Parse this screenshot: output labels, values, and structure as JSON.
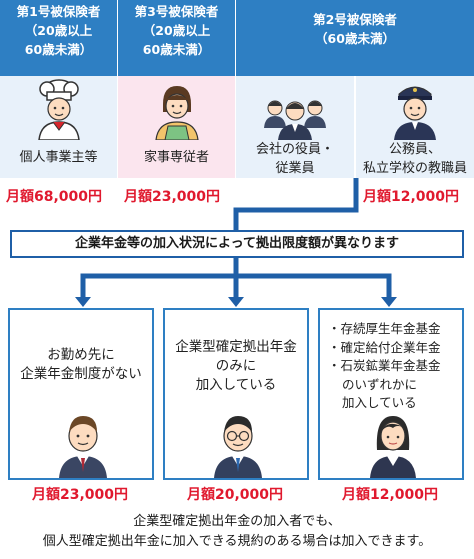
{
  "categories": [
    {
      "header": [
        "第1号被保険者",
        "（20歳以上",
        "60歳未満）"
      ],
      "roles": [
        {
          "label": [
            "個人事業主等"
          ],
          "icon": "chef-icon"
        }
      ],
      "amount": "月額68,000円"
    },
    {
      "header": [
        "第3号被保険者",
        "（20歳以上",
        "60歳未満）"
      ],
      "roles": [
        {
          "label": [
            "家事専従者"
          ],
          "icon": "homemaker-icon"
        }
      ],
      "amount": "月額23,000円"
    },
    {
      "header": [
        "第2号被保険者",
        "（60歳未満）"
      ],
      "roles": [
        {
          "label": [
            "会社の役員・",
            "従業員"
          ],
          "icon": "office-workers-icon"
        },
        {
          "label": [
            "公務員、",
            "私立学校の教職員"
          ],
          "icon": "public-servant-icon"
        }
      ],
      "amount": "月額12,000円"
    }
  ],
  "band_text": "企業年金等の加入状況によって拠出限度額が異なります",
  "boxes": [
    {
      "lines": [
        "お勤め先に",
        "企業年金制度がない"
      ],
      "amount": "月額23,000円",
      "icon": "businessman-icon"
    },
    {
      "lines": [
        "企業型確定拠出年金",
        "のみに",
        "加入している"
      ],
      "amount": "月額20,000円",
      "icon": "businessman-glasses-icon"
    },
    {
      "list": [
        "・存続厚生年金基金",
        "・確定給付企業年金",
        "・石炭鉱業年金基金",
        "のいずれかに",
        "加入している"
      ],
      "amount": "月額12,000円",
      "icon": "businesswoman-icon"
    }
  ],
  "footer": [
    "企業型確定拠出年金の加入者でも、",
    "個人型確定拠出年金に加入できる規約のある場合は加入できます。"
  ],
  "colors": {
    "header_blue": "#2e7fc3",
    "header_dark": "#1f5fa7",
    "body_blue": "#e8f1fa",
    "body_pink": "#fbe5ee",
    "accent_red": "#e0192e",
    "arrow": "#1f5fa7"
  }
}
